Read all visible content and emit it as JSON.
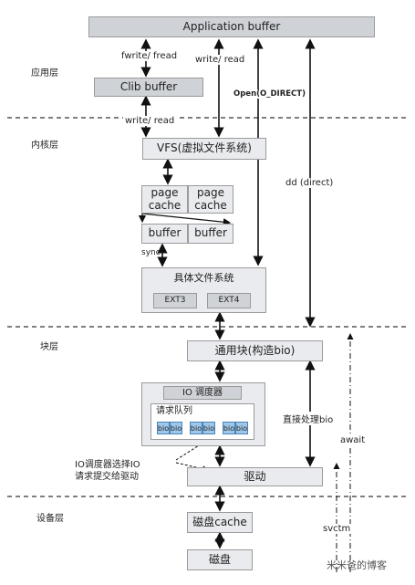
{
  "layers": {
    "app": "应用层",
    "kernel": "内核层",
    "block": "块层",
    "device": "设备层"
  },
  "boxes": {
    "app_buffer": "Application buffer",
    "clib_buffer": "Clib buffer",
    "vfs": "VFS(虚拟文件系统)",
    "page_cache_1": "page\ncache",
    "page_cache_2": "page\ncache",
    "buffer_1": "buffer",
    "buffer_2": "buffer",
    "fs_title": "具体文件系统",
    "ext3": "EXT3",
    "ext4": "EXT4",
    "generic_block": "通用块(构造bio)",
    "io_scheduler": "IO 调度器",
    "request_queue": "请求队列",
    "bio": "bio",
    "driver": "驱动",
    "disk_cache": "磁盘cache",
    "disk": "磁盘"
  },
  "labels": {
    "fwrite_fread": "fwrite/ fread",
    "write_read_1": "write/ read",
    "open_direct": "Open(O_DIRECT)",
    "write_read_2": "write/ read",
    "dd_direct": "dd (direct)",
    "sync": "sync",
    "direct_bio": "直接处理bio",
    "await": "await",
    "svctm": "svctm",
    "io_note_1": "IO调度器选择IO",
    "io_note_2": "请求提交给驱动"
  },
  "watermark": "米米爸的博客"
}
